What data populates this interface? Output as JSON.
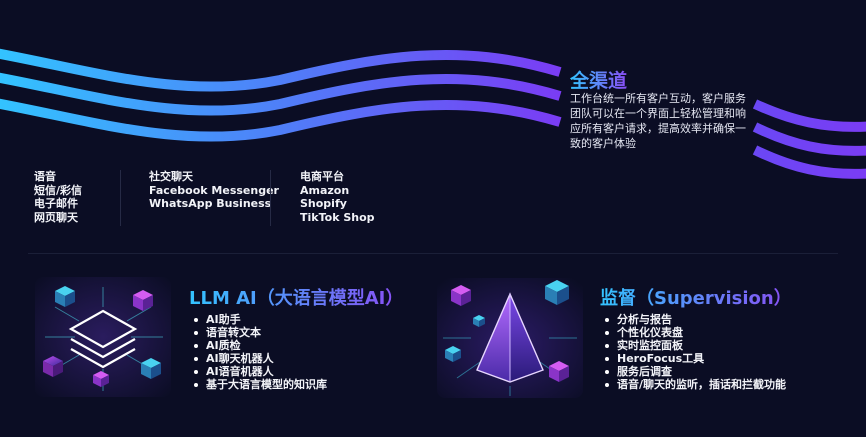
{
  "colors": {
    "background": "#0b0d24",
    "wave_start": "#33c3ff",
    "wave_end": "#7a3cf4",
    "title_start": "#33c3ff",
    "title_end": "#8a4df5"
  },
  "omnichannel": {
    "title": "全渠道",
    "description": "工作台统一所有客户互动，客户服务团队可以在一个界面上轻松管理和响应所有客户请求，提高效率并确保一致的客户体验"
  },
  "channels": [
    {
      "items": [
        "语音",
        "短信/彩信",
        "电子邮件",
        "网页聊天"
      ]
    },
    {
      "items": [
        "社交聊天",
        "Facebook Messenger",
        "WhatsApp Business"
      ]
    },
    {
      "items": [
        "电商平台",
        "Amazon",
        "Shopify",
        "TikTok Shop"
      ]
    }
  ],
  "llm": {
    "illustration_icon": "ai-circuit-cubes-icon",
    "title": "LLM AI（大语言模型AI）",
    "items": [
      "AI助手",
      "语音转文本",
      "AI质检",
      "AI聊天机器人",
      "AI语音机器人",
      "基于大语言模型的知识库"
    ]
  },
  "supervision": {
    "illustration_icon": "crystal-pyramid-icon",
    "title": "监督（Supervision）",
    "items": [
      "分析与报告",
      "个性化仪表盘",
      "实时监控面板",
      "HeroFocus工具",
      "服务后调查",
      "语音/聊天的监听，插话和拦截功能"
    ]
  }
}
